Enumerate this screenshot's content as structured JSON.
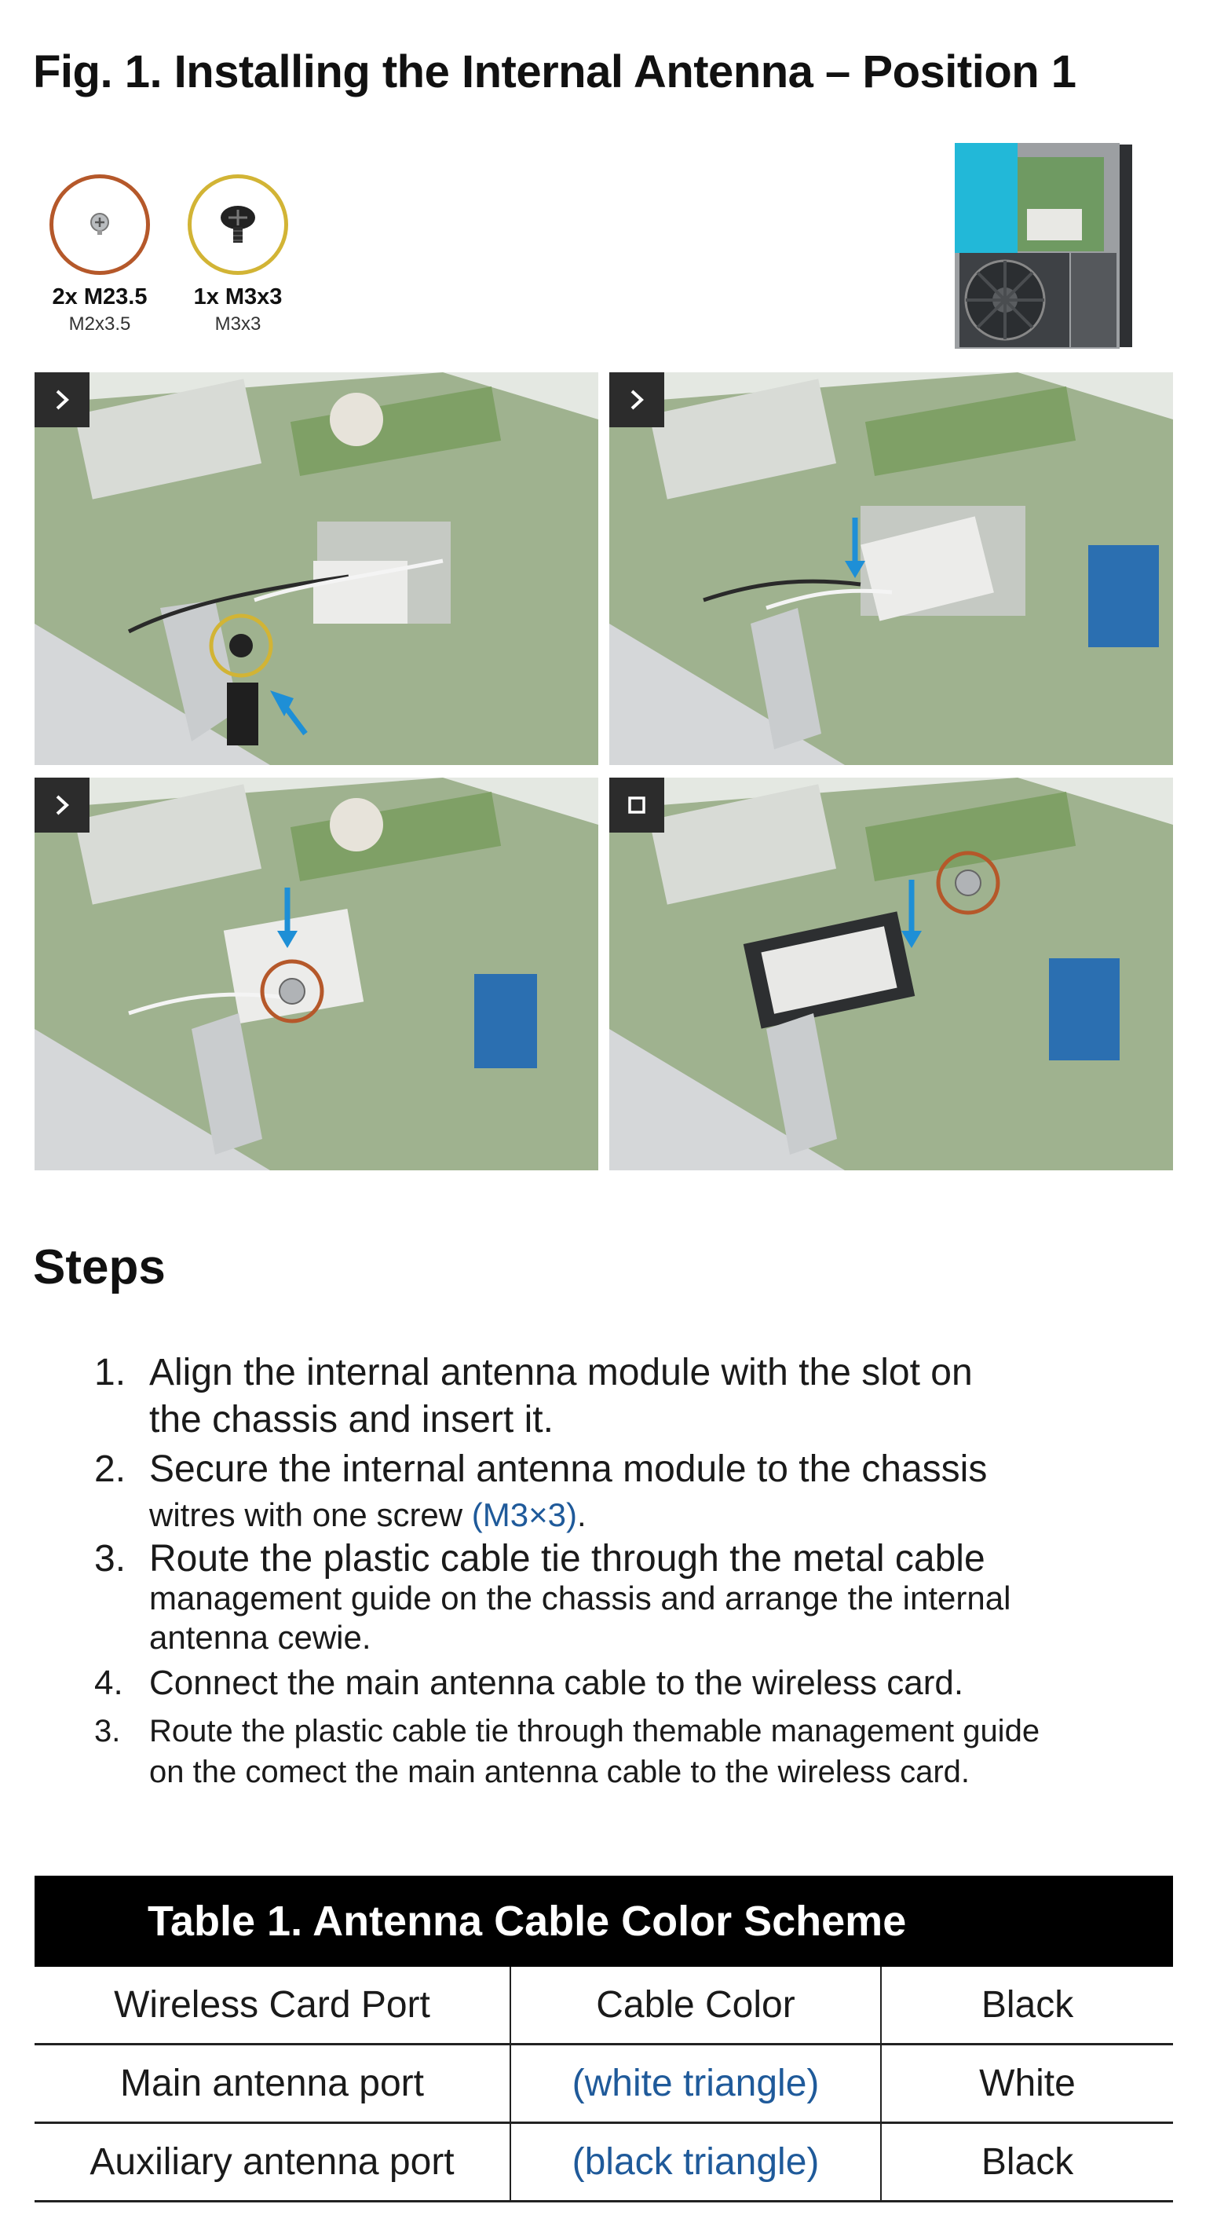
{
  "figure": {
    "title": "Fig. 1. Installing the Internal Antenna – Position 1"
  },
  "screws": [
    {
      "count_label": "2x M23.5",
      "size_label": "M2x3.5",
      "ring_color": "#b5582a",
      "icon": "flat-head-screw-icon"
    },
    {
      "count_label": "1x M3x3",
      "size_label": "M3x3",
      "ring_color": "#d2b435",
      "icon": "pan-head-screw-icon"
    }
  ],
  "panels": [
    {
      "badge": "chevron-right-icon"
    },
    {
      "badge": "chevron-right-icon"
    },
    {
      "badge": "chevron-right-icon"
    },
    {
      "badge": "square-stop-icon"
    }
  ],
  "steps": {
    "heading": "Steps",
    "items": [
      {
        "num": "1.",
        "line1": "Align the internal antenna module with the slot on",
        "line2": "the chassis and insert it."
      },
      {
        "num": "2.",
        "line1": "Secure the internal antenna module to the chassis",
        "line2": "witres with one screw ",
        "accent": "(M3×3)",
        "tail": "."
      },
      {
        "num": "3.",
        "line1": "Route the plastic cable tie through the metal cable",
        "line2": "management guide on the chassis and arrange the internal",
        "line3": "antenna cewie."
      },
      {
        "num": "4.",
        "line1": "Connect the main antenna cable to the wireless card."
      },
      {
        "num": "3.",
        "line1": "Route the plastic cable tie through themable management guide",
        "line2": "on the comect the main antenna cable to the wireless card."
      }
    ]
  },
  "table": {
    "caption": "Table 1. Antenna Cable Color Scheme",
    "rows": [
      [
        "Wireless Card Port",
        "Cable Color",
        "Black"
      ],
      [
        "Main antenna port",
        "(white triangle)",
        "White"
      ],
      [
        "Auxiliary antenna port",
        "(black triangle)",
        "Black"
      ]
    ]
  },
  "colors": {
    "accent_blue": "#1f5a9a",
    "arrow_blue": "#1e8fd6",
    "highlight_orange": "#b5582a",
    "highlight_yellow": "#d2b435"
  }
}
